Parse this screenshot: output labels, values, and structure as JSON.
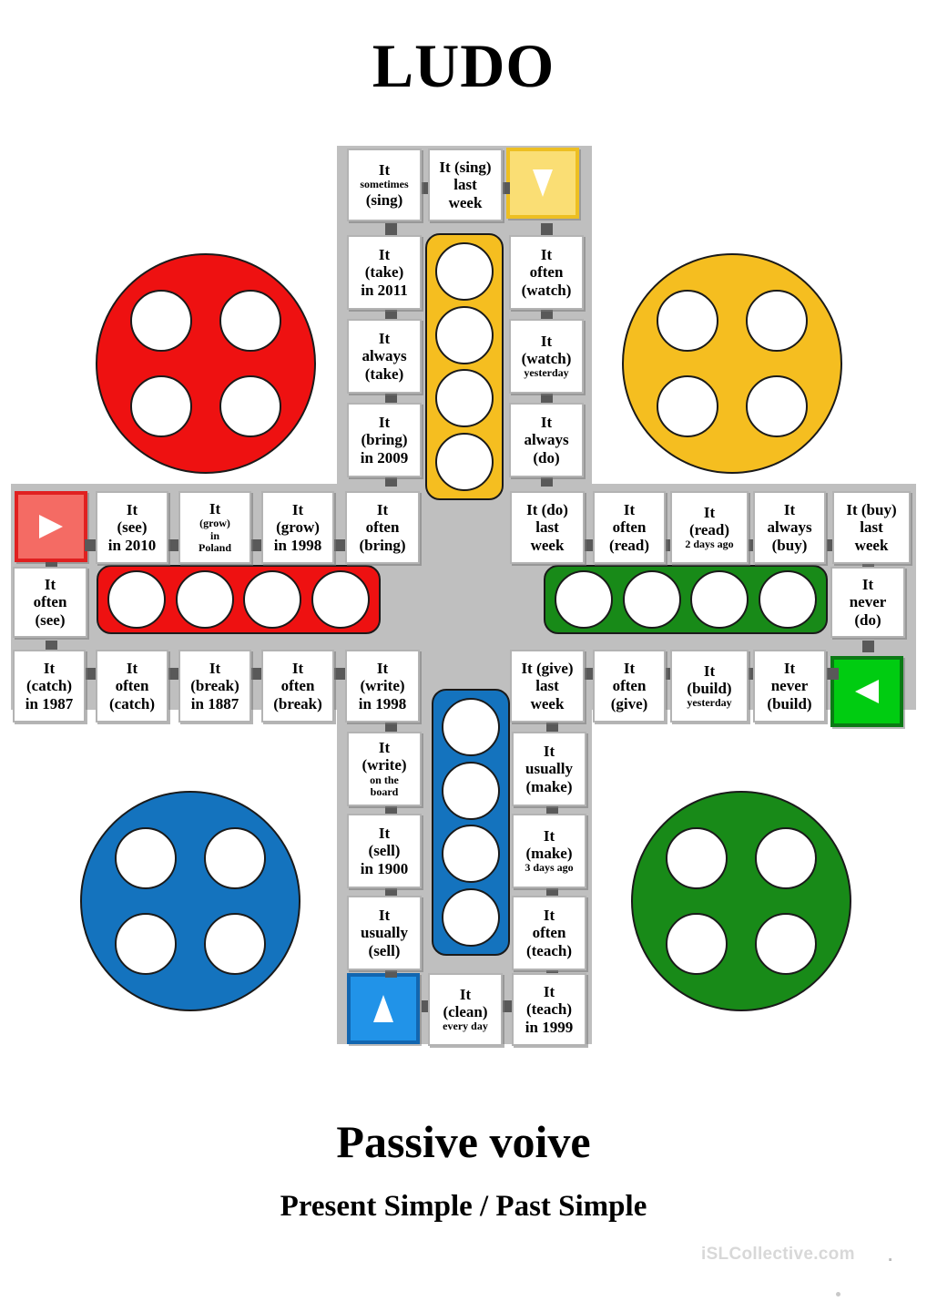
{
  "titles": {
    "main": "LUDO",
    "sub": "Passive voive",
    "sub2": "Present Simple / Past Simple"
  },
  "watermark": {
    "text": "iSLCollective.com",
    "dot": "."
  },
  "colors": {
    "red": "#EE1111",
    "yellow": "#F5BE20",
    "blue": "#1473BE",
    "green": "#188A18",
    "red_start": "#F46B64",
    "red_start_border": "#E02020",
    "yellow_start": "#FADE74",
    "yellow_start_border": "#EDBF22",
    "blue_start": "#2193E8",
    "blue_start_border": "#1266B0",
    "green_start": "#00CC11",
    "green_start_border": "#0B7A15",
    "track_gray": "#BFBFBF",
    "cell_border": "#B3B3B3",
    "nub": "#595959"
  },
  "starts": {
    "yellow": {
      "name": "yellow-start-square",
      "arrow": "triangle-down-icon"
    },
    "red": {
      "name": "red-start-square",
      "arrow": "triangle-right-icon"
    },
    "green": {
      "name": "green-start-square",
      "arrow": "triangle-left-icon"
    },
    "blue": {
      "name": "blue-start-square",
      "arrow": "triangle-up-icon"
    }
  },
  "cells": {
    "top_row_left": {
      "l1": "It",
      "l2": "sometimes",
      "l3": "(sing)",
      "sizes": [
        "lg",
        "sm",
        "lg"
      ]
    },
    "top_row_mid": {
      "l1": "It (sing)",
      "l2": "last",
      "l3": "week",
      "sizes": [
        "lg",
        "lg",
        "lg"
      ]
    },
    "top_left_1": {
      "l1": "It",
      "l2": "(take)",
      "l3": "in 2011",
      "sizes": [
        "lg",
        "lg",
        "lg"
      ]
    },
    "top_left_2": {
      "l1": "It",
      "l2": "always",
      "l3": "(take)",
      "sizes": [
        "lg",
        "lg",
        "lg"
      ]
    },
    "top_left_3": {
      "l1": "It",
      "l2": "(bring)",
      "l3": "in 2009",
      "sizes": [
        "lg",
        "lg",
        "lg"
      ]
    },
    "top_right_1": {
      "l1": "It",
      "l2": "often",
      "l3": "(watch)",
      "sizes": [
        "lg",
        "lg",
        "lg"
      ]
    },
    "top_right_2": {
      "l1": "It",
      "l2": "(watch)",
      "l3": "yesterday",
      "sizes": [
        "lg",
        "lg",
        "sm"
      ]
    },
    "top_right_3": {
      "l1": "It",
      "l2": "always",
      "l3": "(do)",
      "sizes": [
        "lg",
        "lg",
        "lg"
      ]
    },
    "mid_row_a_1": {
      "l1": "It",
      "l2": "(see)",
      "l3": "in 2010",
      "sizes": [
        "lg",
        "lg",
        "lg"
      ]
    },
    "mid_row_a_2": {
      "l1": "It",
      "l2": "(grow)",
      "l3": "in",
      "l4": "Poland",
      "sizes": [
        "lg",
        "sm",
        "sm",
        "sm"
      ]
    },
    "mid_row_a_3": {
      "l1": "It",
      "l2": "(grow)",
      "l3": "in 1998",
      "sizes": [
        "lg",
        "lg",
        "lg"
      ]
    },
    "mid_row_a_4": {
      "l1": "It",
      "l2": "often",
      "l3": "(bring)",
      "sizes": [
        "lg",
        "lg",
        "lg"
      ]
    },
    "mid_row_a_5": {
      "l1": "It (do)",
      "l2": "last",
      "l3": "week",
      "sizes": [
        "lg",
        "lg",
        "lg"
      ]
    },
    "mid_row_a_6": {
      "l1": "It",
      "l2": "often",
      "l3": "(read)",
      "sizes": [
        "lg",
        "lg",
        "lg"
      ]
    },
    "mid_row_a_7": {
      "l1": "It",
      "l2": "(read)",
      "l3": "2 days ago",
      "sizes": [
        "lg",
        "lg",
        "sm"
      ]
    },
    "mid_row_a_8": {
      "l1": "It",
      "l2": "always",
      "l3": "(buy)",
      "sizes": [
        "lg",
        "lg",
        "lg"
      ]
    },
    "mid_row_a_9": {
      "l1": "It (buy)",
      "l2": "last",
      "l3": "week",
      "sizes": [
        "lg",
        "lg",
        "lg"
      ]
    },
    "mid_left_side": {
      "l1": "It",
      "l2": "often",
      "l3": "(see)",
      "sizes": [
        "lg",
        "lg",
        "lg"
      ]
    },
    "mid_right_side": {
      "l1": "It",
      "l2": "never",
      "l3": "(do)",
      "sizes": [
        "lg",
        "lg",
        "lg"
      ]
    },
    "mid_row_b_1": {
      "l1": "It",
      "l2": "(catch)",
      "l3": "in 1987",
      "sizes": [
        "lg",
        "lg",
        "lg"
      ]
    },
    "mid_row_b_2": {
      "l1": "It",
      "l2": "often",
      "l3": "(catch)",
      "sizes": [
        "lg",
        "lg",
        "lg"
      ]
    },
    "mid_row_b_3": {
      "l1": "It",
      "l2": "(break)",
      "l3": "in 1887",
      "sizes": [
        "lg",
        "lg",
        "lg"
      ]
    },
    "mid_row_b_4": {
      "l1": "It",
      "l2": "often",
      "l3": "(break)",
      "sizes": [
        "lg",
        "lg",
        "lg"
      ]
    },
    "mid_row_b_5": {
      "l1": "It",
      "l2": "(write)",
      "l3": "in 1998",
      "sizes": [
        "lg",
        "lg",
        "lg"
      ]
    },
    "mid_row_b_6": {
      "l1": "It (give)",
      "l2": "last",
      "l3": "week",
      "sizes": [
        "lg",
        "lg",
        "lg"
      ]
    },
    "mid_row_b_7": {
      "l1": "It",
      "l2": "often",
      "l3": "(give)",
      "sizes": [
        "lg",
        "lg",
        "lg"
      ]
    },
    "mid_row_b_8": {
      "l1": "It",
      "l2": "(build)",
      "l3": "yesterday",
      "sizes": [
        "lg",
        "lg",
        "sm"
      ]
    },
    "mid_row_b_9": {
      "l1": "It",
      "l2": "never",
      "l3": "(build)",
      "sizes": [
        "lg",
        "lg",
        "lg"
      ]
    },
    "bot_left_1": {
      "l1": "It",
      "l2": "(write)",
      "l3": "on the",
      "l4": "board",
      "sizes": [
        "lg",
        "lg",
        "sm",
        "sm"
      ]
    },
    "bot_left_2": {
      "l1": "It",
      "l2": "(sell)",
      "l3": "in 1900",
      "sizes": [
        "lg",
        "lg",
        "lg"
      ]
    },
    "bot_left_3": {
      "l1": "It",
      "l2": "usually",
      "l3": "(sell)",
      "sizes": [
        "lg",
        "lg",
        "lg"
      ]
    },
    "bot_right_1": {
      "l1": "It",
      "l2": "usually",
      "l3": "(make)",
      "sizes": [
        "lg",
        "lg",
        "lg"
      ]
    },
    "bot_right_2": {
      "l1": "It",
      "l2": "(make)",
      "l3": "3 days ago",
      "sizes": [
        "lg",
        "lg",
        "sm"
      ]
    },
    "bot_right_3": {
      "l1": "It",
      "l2": "often",
      "l3": "(teach)",
      "sizes": [
        "lg",
        "lg",
        "lg"
      ]
    },
    "bot_row_mid": {
      "l1": "It",
      "l2": "(clean)",
      "l3": "every day",
      "sizes": [
        "lg",
        "lg",
        "sm"
      ]
    },
    "bot_row_right": {
      "l1": "It",
      "l2": "(teach)",
      "l3": "in 1999",
      "sizes": [
        "lg",
        "lg",
        "lg"
      ]
    }
  }
}
